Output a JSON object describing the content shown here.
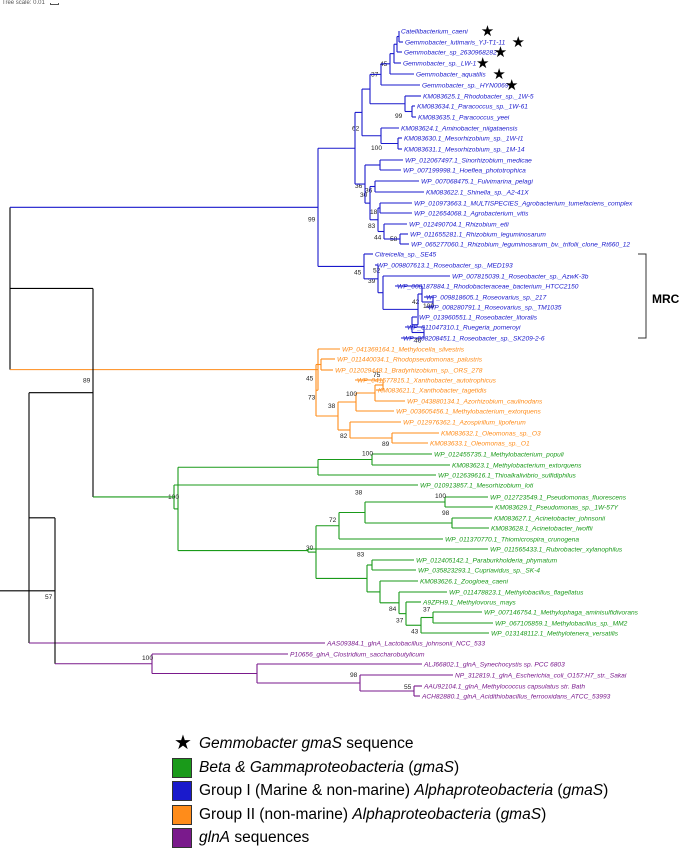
{
  "tree_scale": {
    "label": "Tree scale: 0.01"
  },
  "clade_label": "MRC",
  "colors": {
    "black": "#000000",
    "group1": "#1a1acc",
    "group2": "#ff8c1a",
    "beta_gamma": "#1a9a1a",
    "glnA": "#7a1a8c"
  },
  "taxa": [
    {
      "label": "Catellibacterium_caeni",
      "group": "group1",
      "star": true
    },
    {
      "label": "Gemmobacter_lutimaris_YJ-T1-11",
      "group": "group1",
      "star": true
    },
    {
      "label": "Gemmobacter_sp_2630968282",
      "group": "group1",
      "star": true
    },
    {
      "label": "Gemmobacter_sp._LW-1",
      "group": "group1",
      "star": true
    },
    {
      "label": "Gemmobacter_aquatilis",
      "group": "group1",
      "star": true
    },
    {
      "label": "Gemmobacter_sp._HYN0069",
      "group": "group1",
      "star": true
    },
    {
      "label": "KM083625.1_Rhodobacter_sp._1W-5",
      "group": "group1"
    },
    {
      "label": "KM083634.1_Paracoccus_sp._1W-61",
      "group": "group1"
    },
    {
      "label": "KM083635.1_Paracoccus_yeei",
      "group": "group1"
    },
    {
      "label": "KM083624.1_Aminobacter_niigataensis",
      "group": "group1"
    },
    {
      "label": "KM083630.1_Mesorhizobium_sp._1W-I1",
      "group": "group1"
    },
    {
      "label": "KM083631.1_Mesorhizobium_sp._1M-14",
      "group": "group1"
    },
    {
      "label": "WP_012067497.1_Sinorhizobium_medicae",
      "group": "group1"
    },
    {
      "label": "WP_007199998.1_Hoeflea_phototrophica",
      "group": "group1"
    },
    {
      "label": "WP_007068475.1_Fulvimarina_pelagi",
      "group": "group1"
    },
    {
      "label": "KM083622.1_Shinella_sp._A2-41X",
      "group": "group1"
    },
    {
      "label": "WP_010973663.1_MULTISPECIES_Agrobacterium_tumefaciens_complex",
      "group": "group1"
    },
    {
      "label": "WP_012654068.1_Agrobacterium_vitis",
      "group": "group1"
    },
    {
      "label": "WP_012490704.1_Rhizobium_etli",
      "group": "group1"
    },
    {
      "label": "WP_011655281.1_Rhizobium_leguminosarum",
      "group": "group1"
    },
    {
      "label": "WP_065277060.1_Rhizobium_leguminosarum_bv._trifolii_clone_Rt660_12",
      "group": "group1"
    },
    {
      "label": "Citreicella_sp._SE45",
      "group": "group1"
    },
    {
      "label": "WP_009807613.1_Roseobacter_sp._MED193",
      "group": "group1"
    },
    {
      "label": "WP_007815039.1_Roseobacter_sp._AzwK-3b",
      "group": "group1"
    },
    {
      "label": "WP_008187884.1_Rhodobacteraceae_bacterium_HTCC2150",
      "group": "group1"
    },
    {
      "label": "WP_009818605.1_Roseovarius_sp._217",
      "group": "group1"
    },
    {
      "label": "WP_008280791.1_Roseovarius_sp._TM1035",
      "group": "group1"
    },
    {
      "label": "WP_013960551.1_Roseobacter_litoralis",
      "group": "group1"
    },
    {
      "label": "WP_011047310.1_Ruegeria_pomeroyi",
      "group": "group1"
    },
    {
      "label": "WP_008208451.1_Roseobacter_sp._SK209-2-6",
      "group": "group1"
    },
    {
      "label": "WP_041369164.1_Methylocella_silvestris",
      "group": "group2"
    },
    {
      "label": "WP_011440034.1_Rhodopseudomonas_palustris",
      "group": "group2"
    },
    {
      "label": "WP_012029448.1_Bradyrhizobium_sp._ORS_278",
      "group": "group2"
    },
    {
      "label": "WP_041577815.1_Xanthobacter_autotrophicus",
      "group": "group2"
    },
    {
      "label": "KM083621.1_Xanthobacter_tagetidis",
      "group": "group2"
    },
    {
      "label": "WP_043880134.1_Azorhizobium_caulinodans",
      "group": "group2"
    },
    {
      "label": "WP_003605456.1_Methylobacterium_extorquens",
      "group": "group2"
    },
    {
      "label": "WP_012976362.1_Azospirillum_lipoferum",
      "group": "group2"
    },
    {
      "label": "KM083632.1_Oleomonas_sp._O3",
      "group": "group2"
    },
    {
      "label": "KM083633.1_Oleomonas_sp._O1",
      "group": "group2"
    },
    {
      "label": "WP_012455735.1_Methylobacterium_populi",
      "group": "beta_gamma"
    },
    {
      "label": "KM083623.1_Methylobacterium_extorquens",
      "group": "beta_gamma"
    },
    {
      "label": "WP_012639616.1_Thioalkalivibrio_sulfidiphilus",
      "group": "beta_gamma"
    },
    {
      "label": "WP_010913857.1_Mesorhizobium_loti",
      "group": "beta_gamma"
    },
    {
      "label": "WP_012723549.1_Pseudomonas_fluorescens",
      "group": "beta_gamma"
    },
    {
      "label": "KM083629.1_Pseudomonas_sp._1W-57Y",
      "group": "beta_gamma"
    },
    {
      "label": "KM083627.1_Acinetobacter_johnsonii",
      "group": "beta_gamma"
    },
    {
      "label": "KM083628.1_Acinetobacter_lwoffii",
      "group": "beta_gamma"
    },
    {
      "label": "WP_011370770.1_Thiomicrospira_crunogena",
      "group": "beta_gamma"
    },
    {
      "label": "WP_011565433.1_Rubrobacter_xylanophilus",
      "group": "beta_gamma"
    },
    {
      "label": "WP_012405142.1_Paraburkholderia_phymatum",
      "group": "beta_gamma"
    },
    {
      "label": "WP_035823293.1_Cupriavidus_sp._SK-4",
      "group": "beta_gamma"
    },
    {
      "label": "KM083626.1_Zoogloea_caeni",
      "group": "beta_gamma"
    },
    {
      "label": "WP_011478823.1_Methylobacillus_flagellatus",
      "group": "beta_gamma"
    },
    {
      "label": "A9ZPH9.1_Methylovorus_mays",
      "group": "beta_gamma"
    },
    {
      "label": "WP_007146754.1_Methylophaga_aminisulfidivorans",
      "group": "beta_gamma"
    },
    {
      "label": "WP_067105859.1_Methylobacillus_sp._MM2",
      "group": "beta_gamma"
    },
    {
      "label": "WP_013148112.1_Methylotenera_versatilis",
      "group": "beta_gamma"
    },
    {
      "label": "AAS09384.1_glnA_Lactobacillus_johnsonii_NCC_533",
      "group": "glnA"
    },
    {
      "label": "P10656_glnA_Clostridium_saccharobutylicum",
      "group": "glnA"
    },
    {
      "label": "ALJ66802.1_glnA_Synechocystis sp. PCC 6803",
      "group": "glnA"
    },
    {
      "label": "NP_312819.1_glnA_Escherichia_coli_O157:H7_str._Sakai",
      "group": "glnA"
    },
    {
      "label": "AAU92104.1_glnA_Methylococcus capsulatus str. Bath",
      "group": "glnA"
    },
    {
      "label": "ACH82880.1_glnA_Acidithiobacillus_ferrooxidans_ATCC_53993",
      "group": "glnA"
    }
  ],
  "legend": [
    {
      "kind": "star",
      "parts": [
        {
          "t": "Gemmobacter gmaS",
          "i": true
        },
        {
          "t": " sequence",
          "i": false
        }
      ]
    },
    {
      "kind": "swatch",
      "color": "beta_gamma",
      "parts": [
        {
          "t": "Beta & Gammaproteobacteria",
          "i": true
        },
        {
          "t": " (",
          "i": false
        },
        {
          "t": "gmaS",
          "i": true
        },
        {
          "t": ")",
          "i": false
        }
      ]
    },
    {
      "kind": "swatch",
      "color": "group1",
      "parts": [
        {
          "t": "Group I (Marine & non-marine) ",
          "i": false
        },
        {
          "t": "Alphaproteobacteria",
          "i": true
        },
        {
          "t": " (",
          "i": false
        },
        {
          "t": "gmaS",
          "i": true
        },
        {
          "t": ")",
          "i": false
        }
      ]
    },
    {
      "kind": "swatch",
      "color": "group2",
      "parts": [
        {
          "t": "Group II (non-marine) ",
          "i": false
        },
        {
          "t": "Alphaproteobacteria",
          "i": true
        },
        {
          "t": " (",
          "i": false
        },
        {
          "t": "gmaS",
          "i": true
        },
        {
          "t": ")",
          "i": false
        }
      ]
    },
    {
      "kind": "swatch",
      "color": "glnA",
      "parts": [
        {
          "t": "glnA",
          "i": true
        },
        {
          "t": " sequences",
          "i": false
        }
      ]
    }
  ],
  "supports": [
    "100",
    "99",
    "100",
    "89",
    "73",
    "99",
    "57",
    "100",
    "98",
    "55",
    "45",
    "37",
    "99",
    "62",
    "100",
    "36",
    "30",
    "36",
    "18",
    "83",
    "37",
    "44",
    "58",
    "45",
    "39",
    "52",
    "42",
    "100",
    "46",
    "26",
    "23",
    "100",
    "45",
    "26",
    "55",
    "75",
    "38",
    "82",
    "89",
    "100",
    "100",
    "72",
    "38",
    "100",
    "98",
    "30",
    "62",
    "83",
    "37",
    "84",
    "37",
    "37",
    "43"
  ]
}
